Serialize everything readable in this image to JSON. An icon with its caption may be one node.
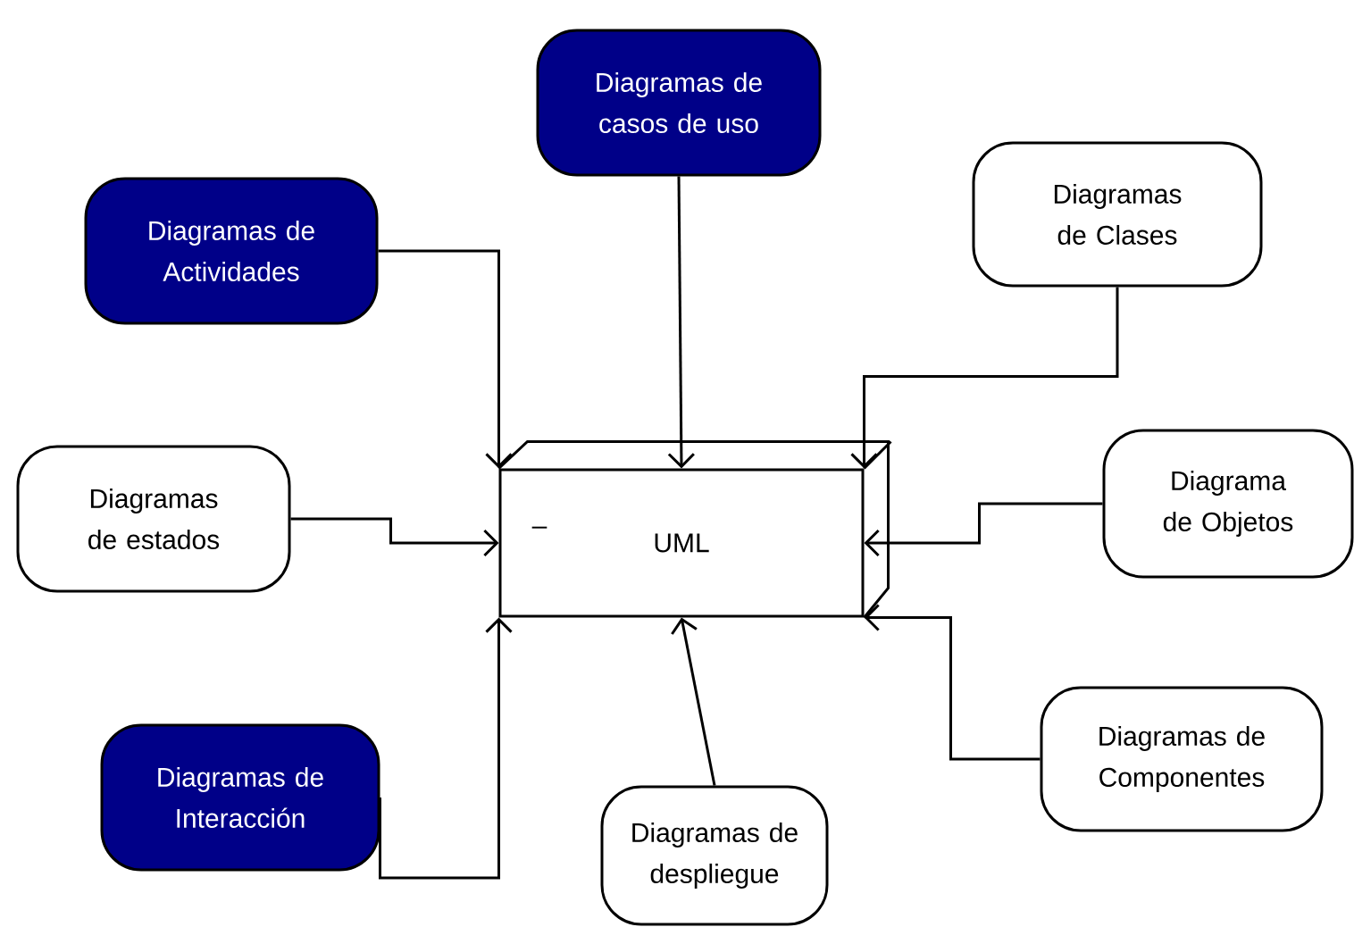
{
  "diagram": {
    "nodes": [
      {
        "text": [
          "UML"
        ]
      },
      {
        "text": [
          "Diagramas de casos de uso"
        ]
      },
      {
        "text": [
          "Diagramas de Actividades"
        ]
      },
      {
        "text": [
          "Diagramas de Clases"
        ]
      },
      {
        "text": [
          "Diagramas de estados"
        ]
      },
      {
        "text": [
          "Diagrama de Objetos"
        ]
      },
      {
        "text": [
          "Diagramas de Interacción"
        ]
      },
      {
        "text": [
          "Diagramas de despliegue"
        ]
      },
      {
        "text": [
          "Diagramas de Componentes"
        ]
      }
    ],
    "edges": [
      {
        "from": 1,
        "to": 0,
        "arrow": "to"
      },
      {
        "from": 2,
        "to": 0,
        "arrow": "to"
      },
      {
        "from": 3,
        "to": 0,
        "arrow": "to"
      },
      {
        "from": 4,
        "to": 0,
        "arrow": "to"
      },
      {
        "from": 5,
        "to": 0,
        "arrow": "to"
      },
      {
        "from": 6,
        "to": 0,
        "arrow": "to"
      },
      {
        "from": 7,
        "to": 0,
        "arrow": "to"
      },
      {
        "from": 8,
        "to": 0,
        "arrow": "to"
      }
    ],
    "labels": [
      "–"
    ]
  }
}
